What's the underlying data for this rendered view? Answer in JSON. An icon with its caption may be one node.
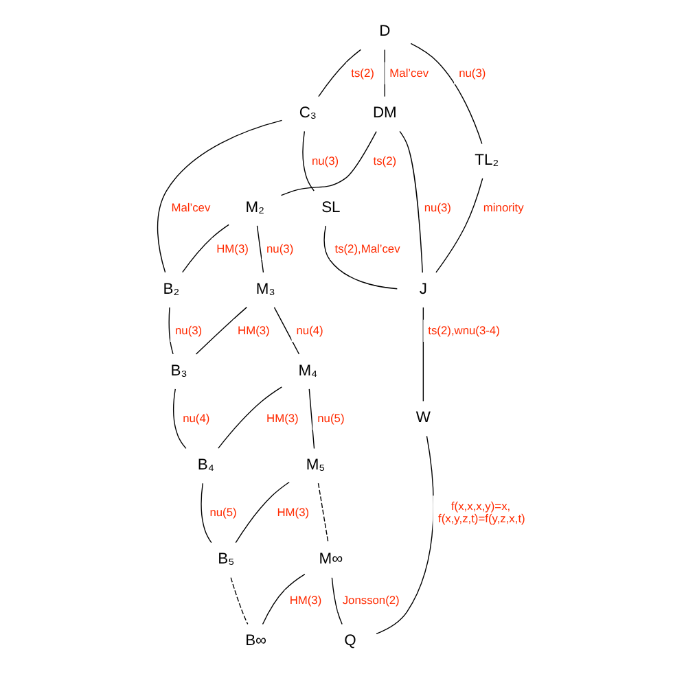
{
  "diagram": {
    "nodes": [
      {
        "text": [
          "D"
        ]
      },
      {
        "text": [
          "C₃"
        ]
      },
      {
        "text": [
          "B₂"
        ]
      },
      {
        "text": [
          "DM"
        ]
      },
      {
        "text": [
          "M₂"
        ]
      },
      {
        "text": [
          "B₃"
        ]
      },
      {
        "text": [
          "M₃"
        ]
      },
      {
        "text": [
          "B₄"
        ]
      },
      {
        "text": [
          "M₄"
        ]
      },
      {
        "text": [
          "B₅"
        ]
      },
      {
        "text": [
          "M₅"
        ]
      },
      {
        "text": [
          "B∞"
        ]
      },
      {
        "text": [
          "M∞"
        ]
      },
      {
        "text": [
          "TL₂"
        ]
      },
      {
        "text": [
          "SL"
        ]
      },
      {
        "text": [
          "J"
        ]
      },
      {
        "text": [
          "W"
        ]
      },
      {
        "text": [
          "Q"
        ]
      }
    ],
    "edges": [
      {
        "from": 0,
        "to": 1,
        "arrow": "none",
        "label": "ts(2)"
      },
      {
        "from": 0,
        "to": 3,
        "arrow": "none",
        "label": "Mal’cev"
      },
      {
        "from": 1,
        "to": 2,
        "arrow": "none",
        "label": "Mal’cev"
      },
      {
        "from": 1,
        "to": 14,
        "arrow": "none",
        "label": "nu(3)"
      },
      {
        "from": 0,
        "to": 13,
        "arrow": "none",
        "label": "nu(3)"
      },
      {
        "from": 3,
        "to": 4,
        "arrow": "none",
        "label": "ts(2)"
      },
      {
        "from": 3,
        "to": 15,
        "arrow": "none",
        "label": "nu(3)"
      },
      {
        "from": 4,
        "to": 2,
        "arrow": "none",
        "label": "HM(3)"
      },
      {
        "from": 2,
        "to": 5,
        "arrow": "none",
        "label": "nu(3)"
      },
      {
        "from": 4,
        "to": 6,
        "arrow": "none",
        "label": "nu(3)"
      },
      {
        "from": 6,
        "to": 5,
        "arrow": "none",
        "label": "HM(3)"
      },
      {
        "from": 5,
        "to": 7,
        "arrow": "none",
        "label": "nu(4)"
      },
      {
        "from": 6,
        "to": 8,
        "arrow": "none",
        "label": "nu(4)"
      },
      {
        "from": 8,
        "to": 7,
        "arrow": "none",
        "label": "HM(3)"
      },
      {
        "from": 7,
        "to": 9,
        "arrow": "none",
        "label": "nu(5)"
      },
      {
        "from": 8,
        "to": 10,
        "arrow": "none",
        "label": "nu(5)"
      },
      {
        "from": 10,
        "to": 9,
        "arrow": "none",
        "label": "HM(3)"
      },
      {
        "from": 9,
        "to": 11,
        "arrow": "none",
        "style": "dashed"
      },
      {
        "from": 10,
        "to": 12,
        "arrow": "none",
        "style": "dashed"
      },
      {
        "from": 12,
        "to": 11,
        "arrow": "none",
        "label": "HM(3)"
      },
      {
        "from": 12,
        "to": 17,
        "arrow": "none",
        "label": "Jonsson(2)"
      },
      {
        "from": 14,
        "to": 15,
        "arrow": "none",
        "label": "ts(2),Mal’cev"
      },
      {
        "from": 13,
        "to": 15,
        "arrow": "none",
        "label": "minority"
      },
      {
        "from": 15,
        "to": 16,
        "arrow": "none",
        "label": "ts(2),wnu(3-4)"
      },
      {
        "from": 16,
        "to": 17,
        "arrow": "none",
        "label": "f(x,x,x,y)=x, f(x,y,z,t)=f(y,z,x,t)"
      }
    ]
  }
}
